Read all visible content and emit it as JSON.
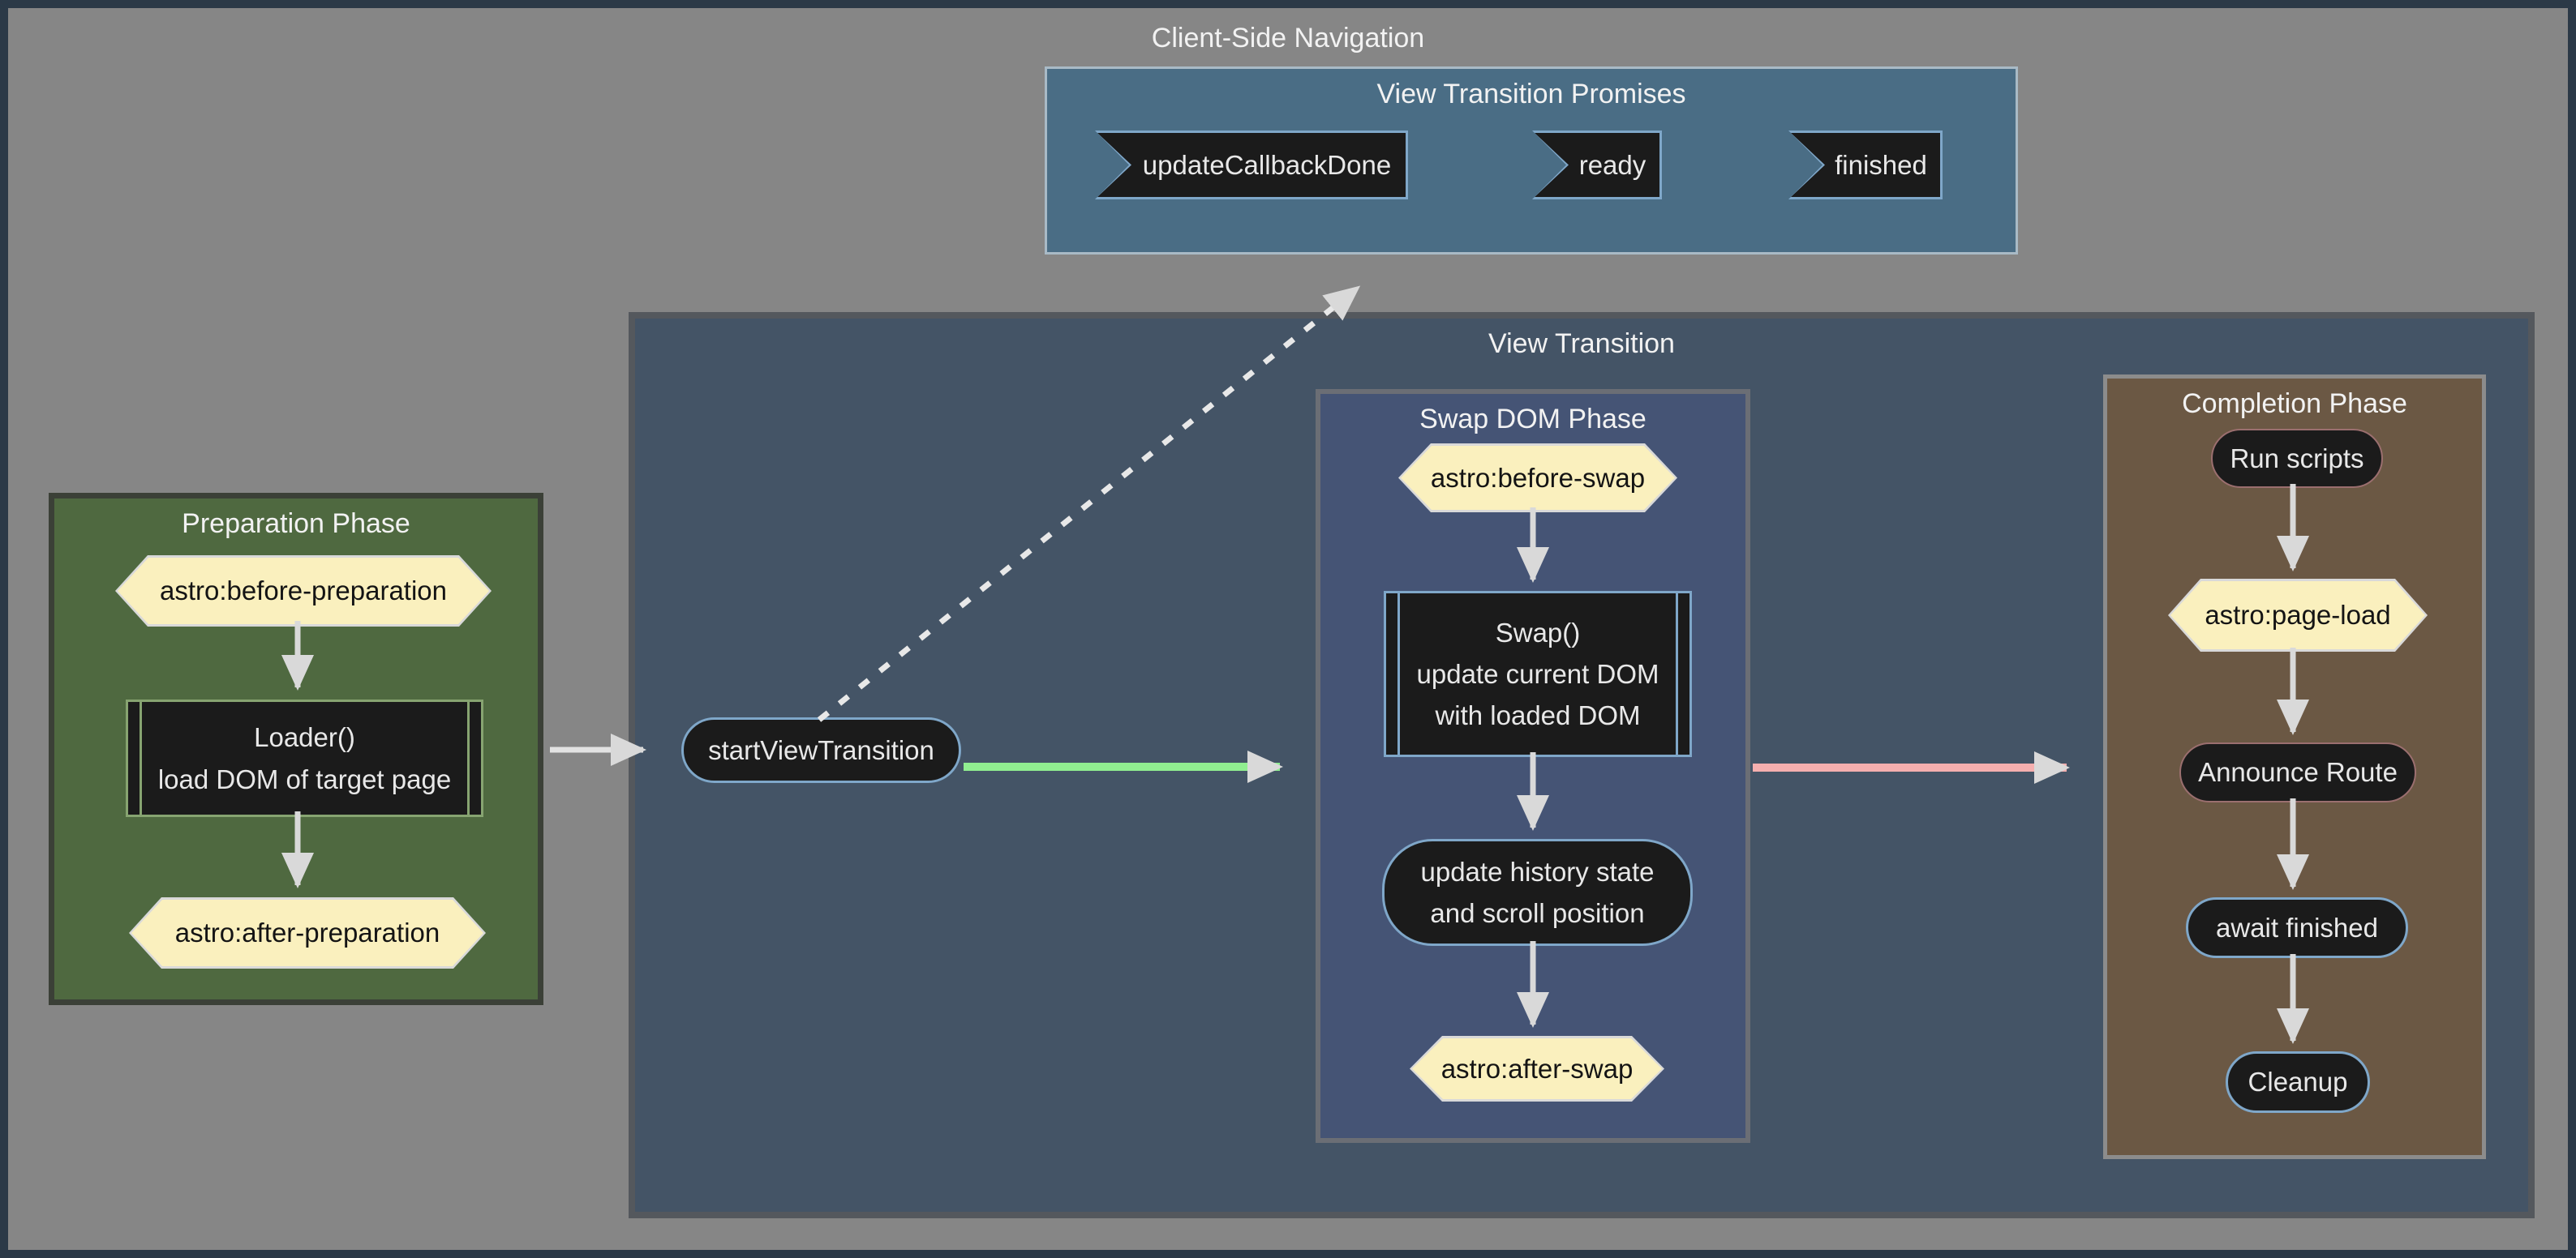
{
  "diagram": {
    "title": "Client-Side Navigation",
    "promises": {
      "title": "View Transition Promises",
      "nodes": [
        {
          "label": "updateCallbackDone"
        },
        {
          "label": "ready"
        },
        {
          "label": "finished"
        }
      ]
    },
    "view_transition": {
      "title": "View Transition",
      "start": "startViewTransition"
    },
    "preparation": {
      "title": "Preparation Phase",
      "before_event": "astro:before-preparation",
      "loader": [
        "Loader()",
        "load DOM of target page"
      ],
      "after_event": "astro:after-preparation"
    },
    "swap": {
      "title": "Swap DOM Phase",
      "before_event": "astro:before-swap",
      "swap_fn": [
        "Swap()",
        "update current DOM",
        "with loaded DOM"
      ],
      "history": [
        "update history state",
        "and scroll position"
      ],
      "after_event": "astro:after-swap"
    },
    "completion": {
      "title": "Completion Phase",
      "run_scripts": "Run scripts",
      "page_load_event": "astro:page-load",
      "announce": "Announce Route",
      "await_finished": "await finished",
      "cleanup": "Cleanup"
    },
    "colors": {
      "page_bg": "#868686",
      "frame": "#2b3947",
      "promises_bg": "#4A6D85",
      "view_transition_bg": "#445466",
      "swap_bg": "#455475",
      "preparation_bg": "#4F6940",
      "completion_bg": "#6B5844",
      "node_bg": "#1b1b1b",
      "event_node_bg": "#FAF0BE",
      "blue_border": "#7FA7C9",
      "rose_border": "#9b6f6f",
      "green_arrow": "#90EE90",
      "pink_arrow": "#F5AFAF",
      "arrow": "#d9d9d9"
    }
  }
}
